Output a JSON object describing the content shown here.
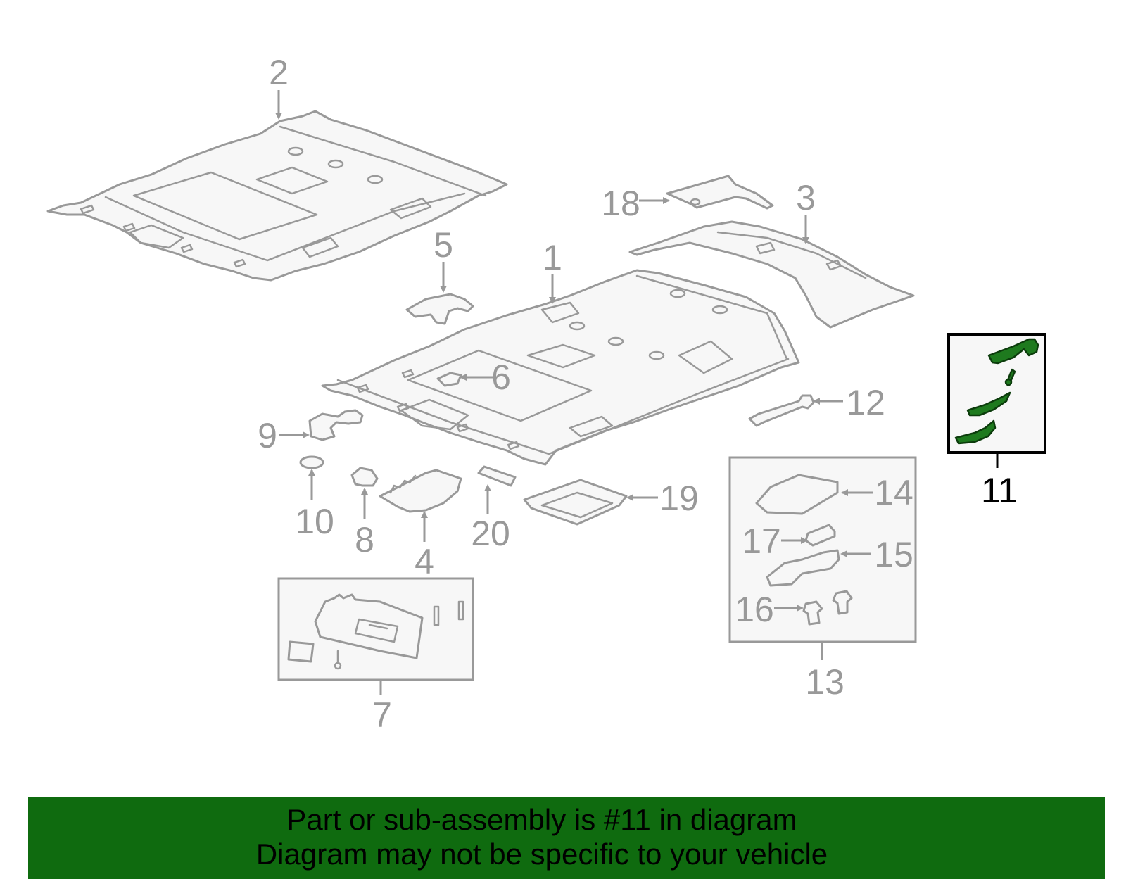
{
  "callouts": {
    "c1": "1",
    "c2": "2",
    "c3": "3",
    "c4": "4",
    "c5": "5",
    "c6": "6",
    "c7": "7",
    "c8": "8",
    "c9": "9",
    "c10": "10",
    "c11": "11",
    "c12": "12",
    "c13": "13",
    "c14": "14",
    "c15": "15",
    "c16": "16",
    "c17": "17",
    "c18": "18",
    "c19": "19",
    "c20": "20"
  },
  "highlighted_part": "11",
  "colors": {
    "line_gray": "#999999",
    "part_fill": "#f7f7f7",
    "highlight_green": "#1e7a1e",
    "banner_green": "#0f6b0f"
  },
  "banner": {
    "line1": "Part or sub-assembly is #11 in diagram",
    "line2": "Diagram may not be specific to your vehicle"
  }
}
